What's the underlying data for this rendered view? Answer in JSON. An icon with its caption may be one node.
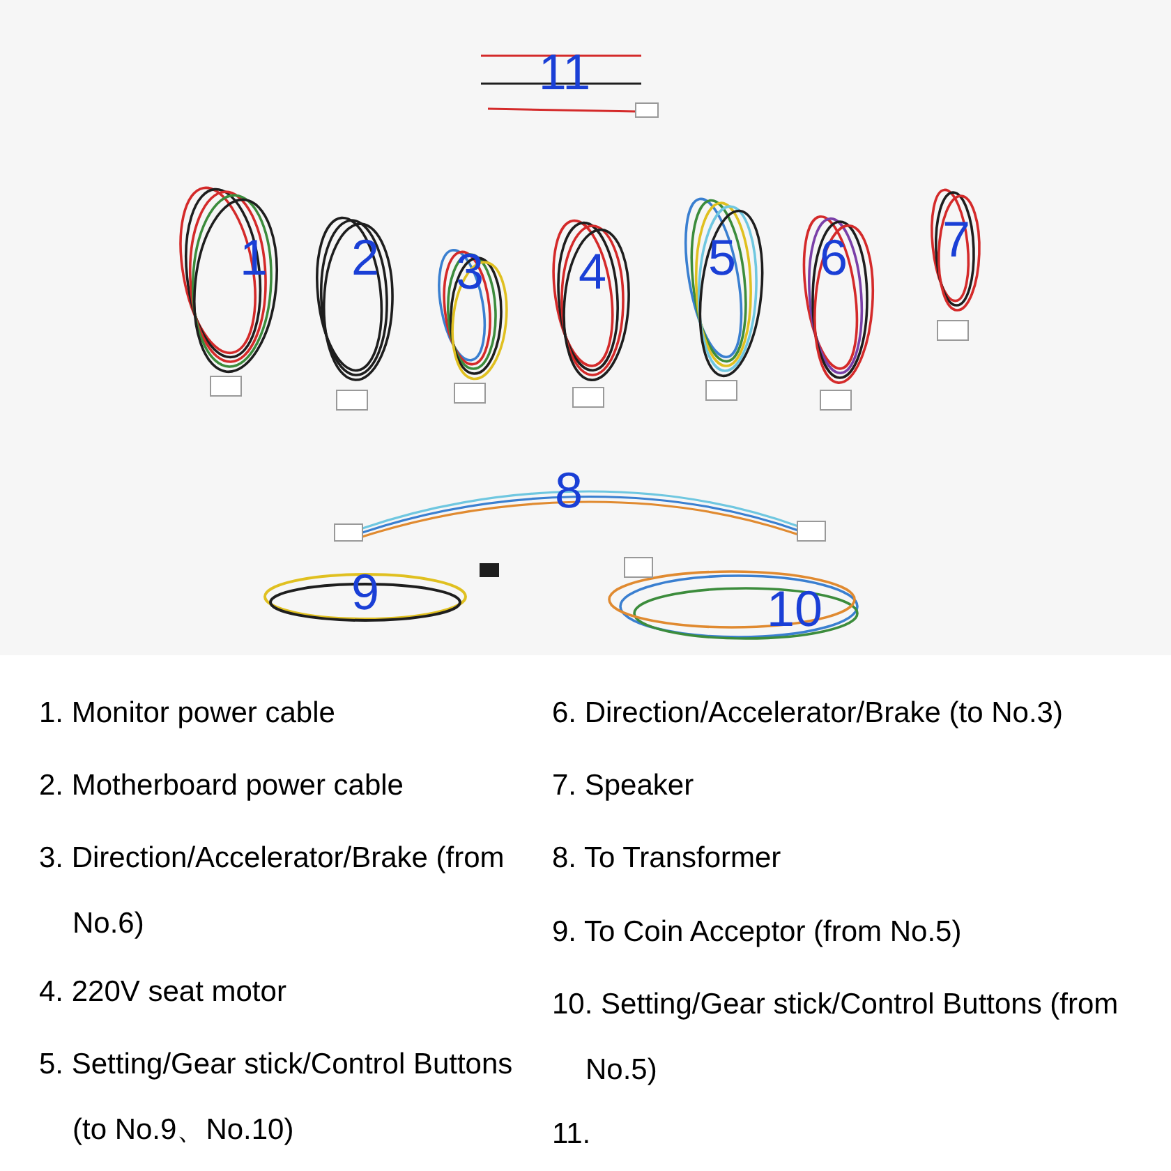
{
  "diagram": {
    "labels": [
      "11",
      "1",
      "2",
      "3",
      "4",
      "5",
      "6",
      "7",
      "8",
      "9",
      "10",
      "1. Monitor power cable",
      "2. Motherboard power cable",
      "3. Direction/Accelerator/Brake (from No.6)",
      "4. 220V seat motor",
      "5. Setting/Gear stick/Control Buttons (to No.9、No.10)",
      "6. Direction/Accelerator/Brake (to No.3)",
      "7. Speaker",
      "8. To Transformer",
      "9. To Coin Acceptor (from No.5)",
      "10. Setting/Gear stick/Control Buttons (from No.5)",
      "11."
    ]
  }
}
